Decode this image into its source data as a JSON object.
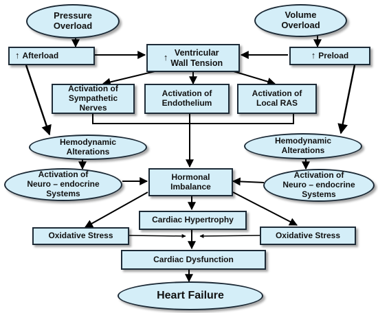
{
  "nodes": {
    "pressure_overload": "Pressure\nOverload",
    "volume_overload": "Volume\nOverload",
    "afterload": "Afterload",
    "ventricular_wall_tension": "Ventricular\nWall Tension",
    "preload": "Preload",
    "sympathetic": "Activation of\nSympathetic\nNerves",
    "endothelium": "Activation of\nEndothelium",
    "local_ras": "Activation of\nLocal RAS",
    "hemo_left": "Hemodynamic\nAlterations",
    "hemo_right": "Hemodynamic\nAlterations",
    "neuro_left": "Activation of\nNeuro – endocrine\nSystems",
    "neuro_right": "Activation of\nNeuro – endocrine\nSystems",
    "hormonal": "Hormonal\nImbalance",
    "hypertrophy": "Cardiac Hypertrophy",
    "oxidative_left": "Oxidative Stress",
    "oxidative_right": "Oxidative Stress",
    "dysfunction": "Cardiac Dysfunction",
    "heart_failure": "Heart Failure"
  },
  "icons": {
    "increase": "↑"
  },
  "colors": {
    "node_fill": "#d4eef8",
    "stroke": "#1c2a36"
  }
}
